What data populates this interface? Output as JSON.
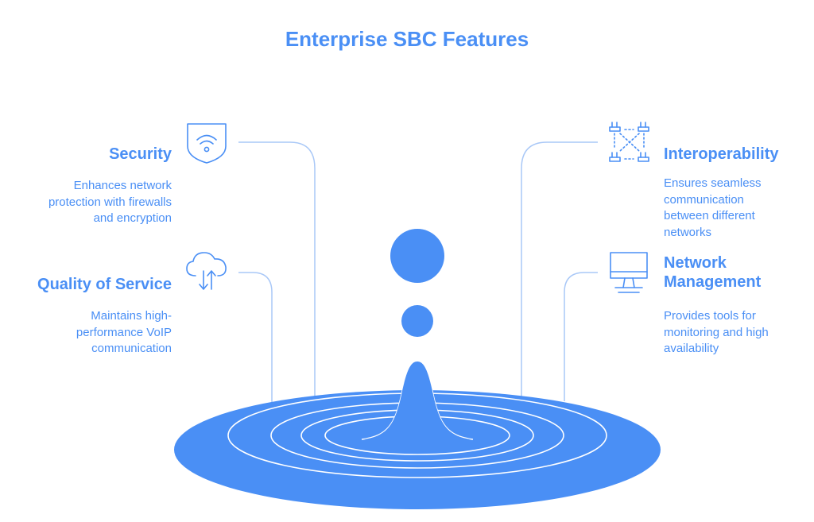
{
  "title": "Enterprise SBC Features",
  "accent_color": "#4a8ff5",
  "line_color": "#a9c8f7",
  "features": [
    {
      "key": "security",
      "icon": "shield-wifi-icon",
      "title": "Security",
      "description": "Enhances network protection with firewalls and encryption",
      "desc_lines": [
        "Enhances network",
        "protection with firewalls",
        "and encryption"
      ]
    },
    {
      "key": "quality-of-service",
      "icon": "cloud-transfer-icon",
      "title": "Quality of Service",
      "description": "Maintains high-performance VoIP communication",
      "desc_lines": [
        "Maintains high-",
        "performance VoIP",
        "communication"
      ]
    },
    {
      "key": "interoperability",
      "icon": "network-nodes-icon",
      "title": "Interoperability",
      "description": "Ensures seamless communication between different networks",
      "desc_lines": [
        "Ensures seamless",
        "communication",
        "between different",
        "networks"
      ]
    },
    {
      "key": "network-management",
      "icon": "monitor-icon",
      "title": "Network Management",
      "title_lines": [
        "Network",
        "Management"
      ],
      "description": "Provides tools for monitoring and high availability",
      "desc_lines": [
        "Provides tools for",
        "monitoring and high",
        "availability"
      ]
    }
  ]
}
